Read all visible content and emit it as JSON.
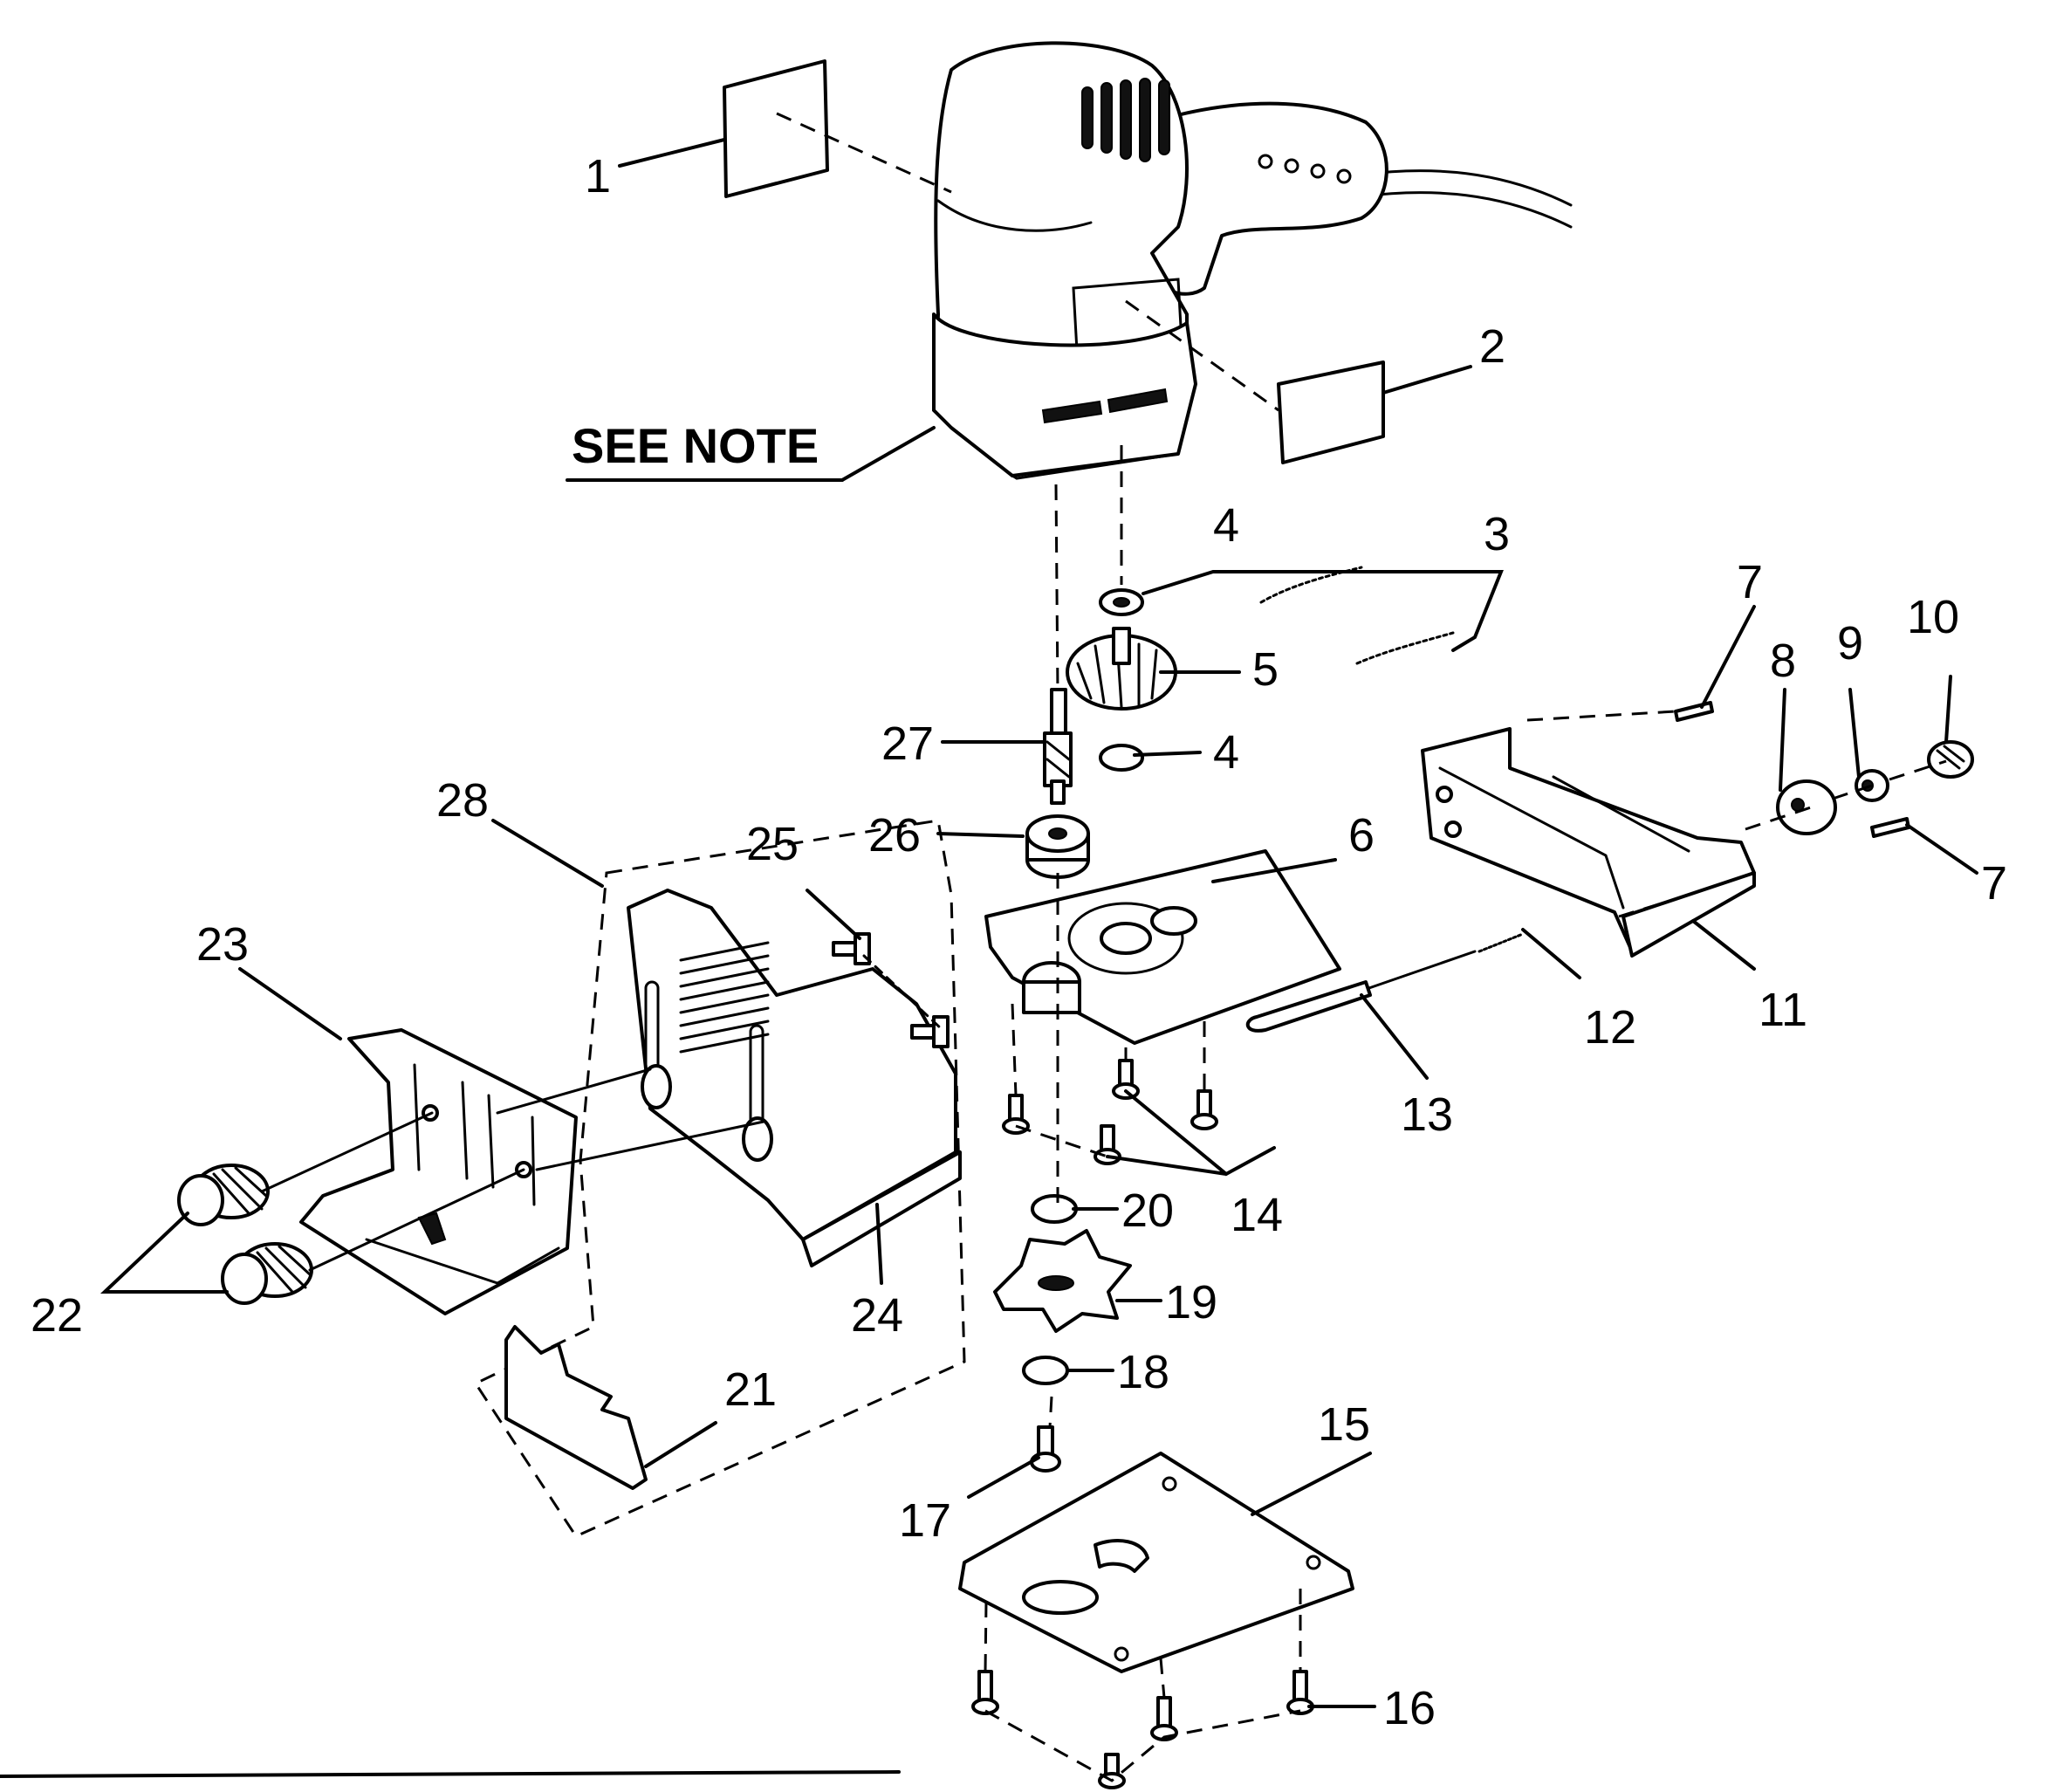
{
  "note_label": "SEE NOTE",
  "callouts": [
    "1",
    "2",
    "3",
    "4",
    "4",
    "5",
    "6",
    "7",
    "7",
    "8",
    "9",
    "10",
    "11",
    "12",
    "13",
    "14",
    "15",
    "16",
    "17",
    "18",
    "19",
    "20",
    "21",
    "22",
    "23",
    "24",
    "25",
    "26",
    "27",
    "28"
  ]
}
